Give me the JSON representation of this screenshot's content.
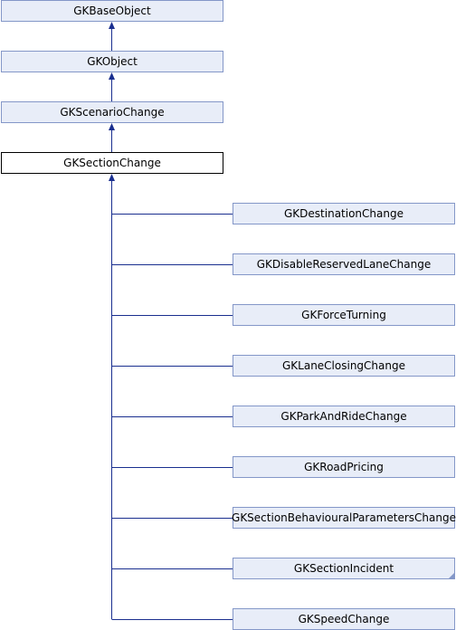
{
  "colors": {
    "node_fill": "#e8edf8",
    "node_border": "#8497c8",
    "current_border": "#000000",
    "edge": "#1a2f8f"
  },
  "ancestors": [
    {
      "label": "GKBaseObject"
    },
    {
      "label": "GKObject"
    },
    {
      "label": "GKScenarioChange"
    }
  ],
  "current": {
    "label": "GKSectionChange"
  },
  "subclasses": [
    {
      "label": "GKDestinationChange",
      "has_more": false
    },
    {
      "label": "GKDisableReservedLaneChange",
      "has_more": false
    },
    {
      "label": "GKForceTurning",
      "has_more": false
    },
    {
      "label": "GKLaneClosingChange",
      "has_more": false
    },
    {
      "label": "GKParkAndRideChange",
      "has_more": false
    },
    {
      "label": "GKRoadPricing",
      "has_more": false
    },
    {
      "label": "GKSectionBehaviouralParametersChange",
      "has_more": false
    },
    {
      "label": "GKSectionIncident",
      "has_more": true
    },
    {
      "label": "GKSpeedChange",
      "has_more": false
    }
  ]
}
